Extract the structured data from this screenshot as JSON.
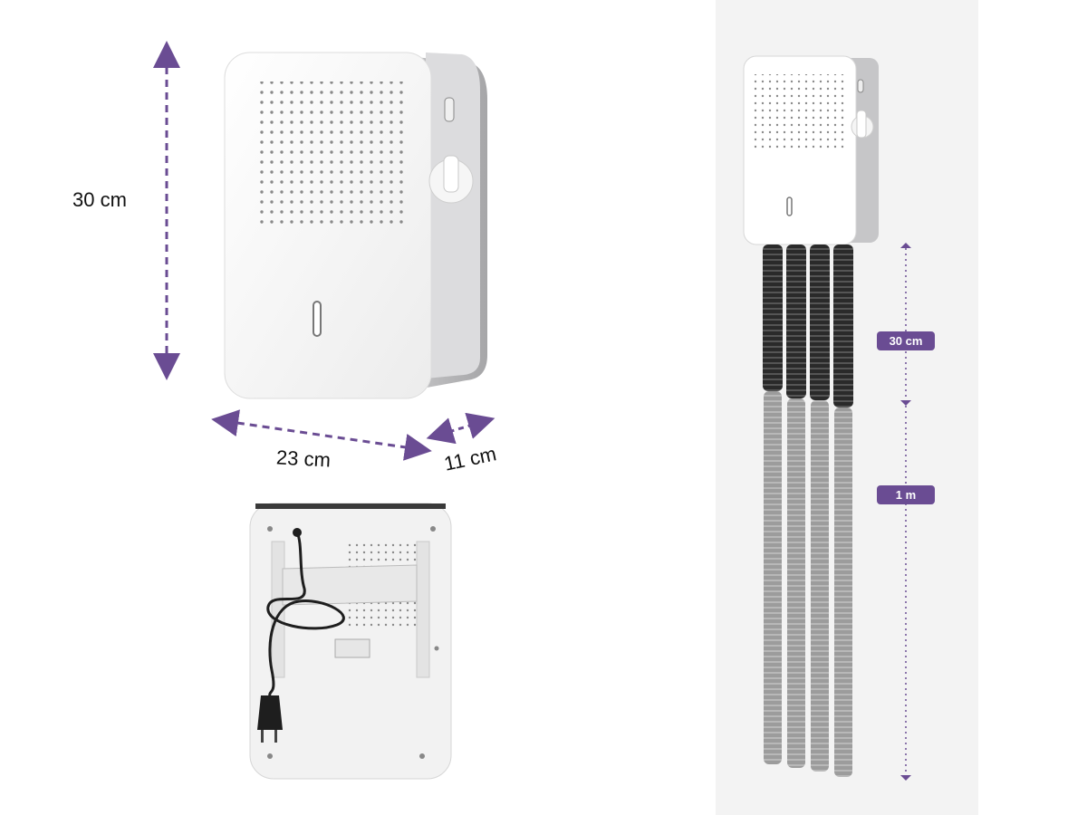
{
  "dimensions": {
    "height": "30 cm",
    "width": "23 cm",
    "depth": "11 cm"
  },
  "side_view": {
    "unit_height": "30 cm",
    "tube_length": "1 m"
  },
  "colors": {
    "accent": "#6a4c93",
    "device_white": "#f4f4f4",
    "device_grey": "#b9b9bb",
    "tube_black": "#2a2a2a",
    "tube_grey": "#9c9c9c",
    "panel_bg": "#f2f2f2"
  }
}
